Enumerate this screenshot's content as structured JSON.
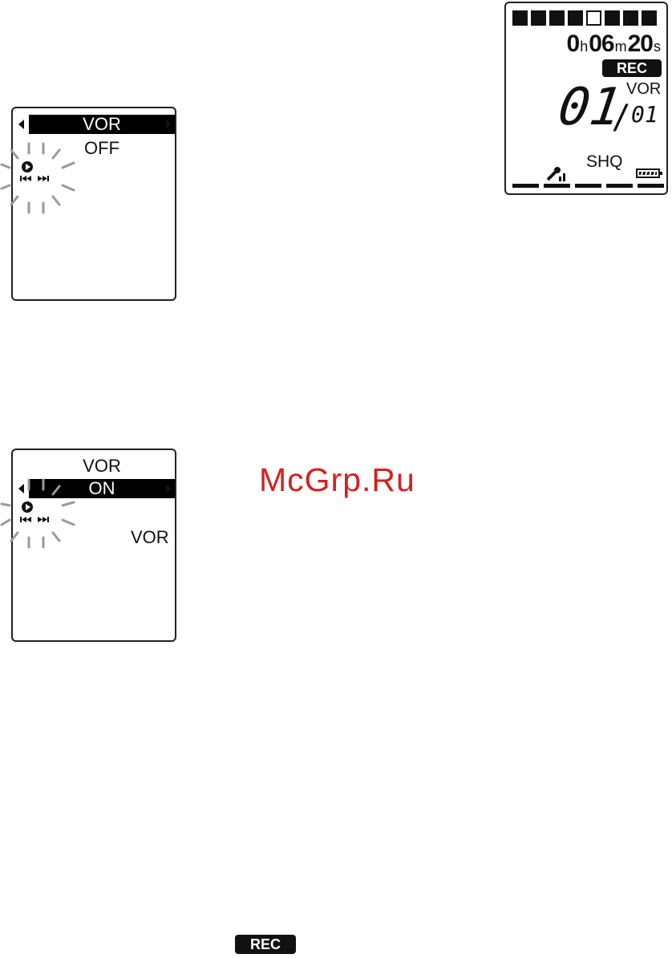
{
  "lcd_main": {
    "segments": [
      true,
      true,
      true,
      true,
      false,
      true,
      true,
      true
    ],
    "time": {
      "h": "0",
      "h_unit": "h",
      "m": "06",
      "m_unit": "m",
      "s": "20",
      "s_unit": "s"
    },
    "rec_label": "REC",
    "track_number": "01",
    "track_total": "01",
    "slash": "/",
    "mode_label": "VOR",
    "quality": "SHQ"
  },
  "lcd_step1": {
    "selected": "VOR",
    "next": "OFF"
  },
  "lcd_step2": {
    "title": "VOR",
    "selected": "ON",
    "indicator": "VOR"
  },
  "watermark": "McGrp.Ru",
  "bottom_rec_label": "REC"
}
